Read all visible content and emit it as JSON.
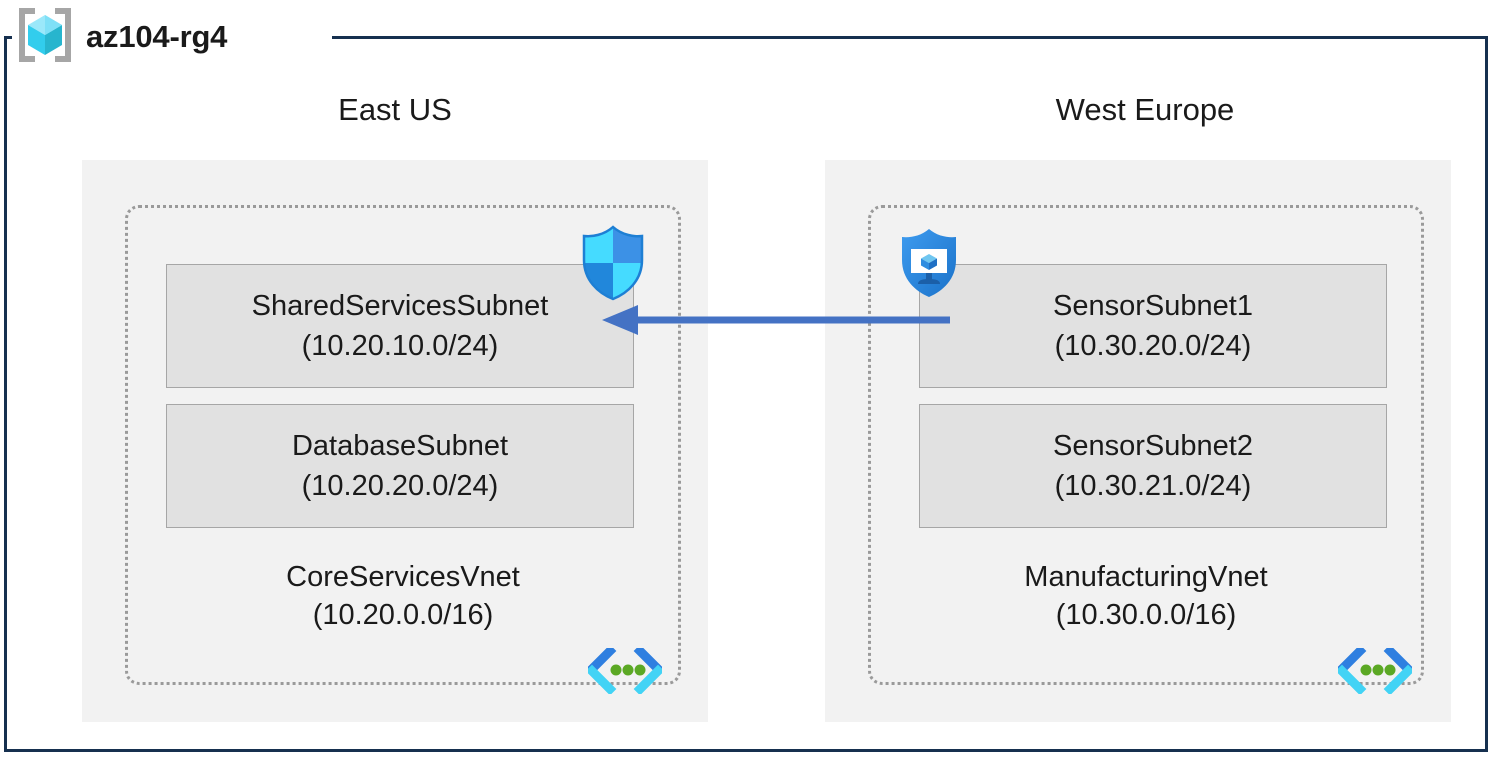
{
  "resource_group": {
    "name": "az104-rg4",
    "icon": "azure-resource-group-icon",
    "frame_color": "#16304F"
  },
  "regions": [
    {
      "label": "East US"
    },
    {
      "label": "West Europe"
    }
  ],
  "vnets": [
    {
      "name": "CoreServicesVnet",
      "address_space": "(10.20.0.0/16)",
      "region": "East US",
      "icon": "virtual-network-icon",
      "subnets": [
        {
          "name": "SharedServicesSubnet",
          "address_space": "(10.20.10.0/24)",
          "icon": "azure-firewall-shield-icon"
        },
        {
          "name": "DatabaseSubnet",
          "address_space": "(10.20.20.0/24)",
          "icon": null
        }
      ]
    },
    {
      "name": "ManufacturingVnet",
      "address_space": "(10.30.0.0/16)",
      "region": "West Europe",
      "icon": "virtual-network-icon",
      "subnets": [
        {
          "name": "SensorSubnet1",
          "address_space": "(10.30.20.0/24)",
          "icon": "azure-bastion-shield-icon"
        },
        {
          "name": "SensorSubnet2",
          "address_space": "(10.30.21.0/24)",
          "icon": null
        }
      ]
    }
  ],
  "connection": {
    "name": "vnet-peering-arrow",
    "direction": "right-to-left",
    "from": "SensorSubnet1",
    "to": "SharedServicesSubnet",
    "color": "#4472C4"
  },
  "colors": {
    "frame": "#16304F",
    "region_background": "#F2F2F2",
    "subnet_background": "#E1E1E1",
    "subnet_border": "#A6A6A6",
    "vnet_border": "#9A9A9A",
    "arrow": "#4472C4",
    "text": "#1A1A1A"
  }
}
